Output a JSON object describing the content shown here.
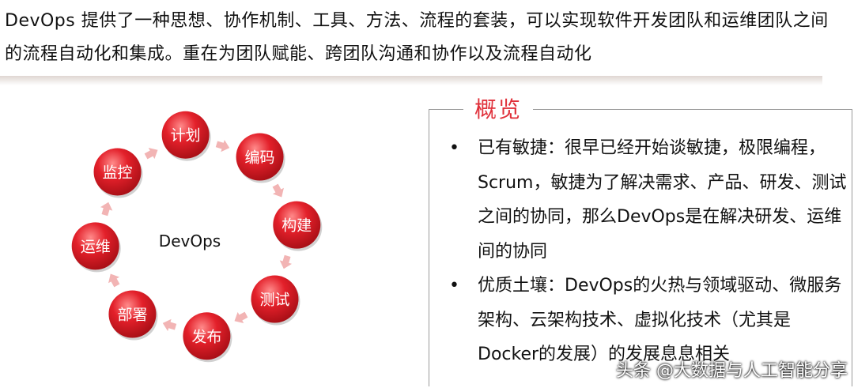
{
  "intro_text": "DevOps 提供了一种思想、协作机制、工具、方法、流程的套装，可以实现软件开发团队和运维团队之间的流程自动化和集成。重在为团队赋能、跨团队沟通和协作以及流程自动化",
  "cycle": {
    "center": "DevOps",
    "nodes": [
      "计划",
      "编码",
      "构建",
      "测试",
      "发布",
      "部署",
      "运维",
      "监控"
    ]
  },
  "overview": {
    "title": "概览",
    "bullets": [
      "已有敏捷：很早已经开始谈敏捷，极限编程，Scrum，敏捷为了解决需求、产品、研发、测试之间的协同，那么DevOps是在解决研发、运维间的协同",
      "优质土壤：DevOps的火热与领域驱动、微服务架构、云架构技术、虚拟化技术（尤其是Docker的发展）的发展息息相关"
    ]
  },
  "watermark": "头条 @大数据与人工智能分享",
  "colors": {
    "node_red": "#e3202a",
    "title_red": "#e0303a",
    "arrow": "#f2b4b4"
  }
}
